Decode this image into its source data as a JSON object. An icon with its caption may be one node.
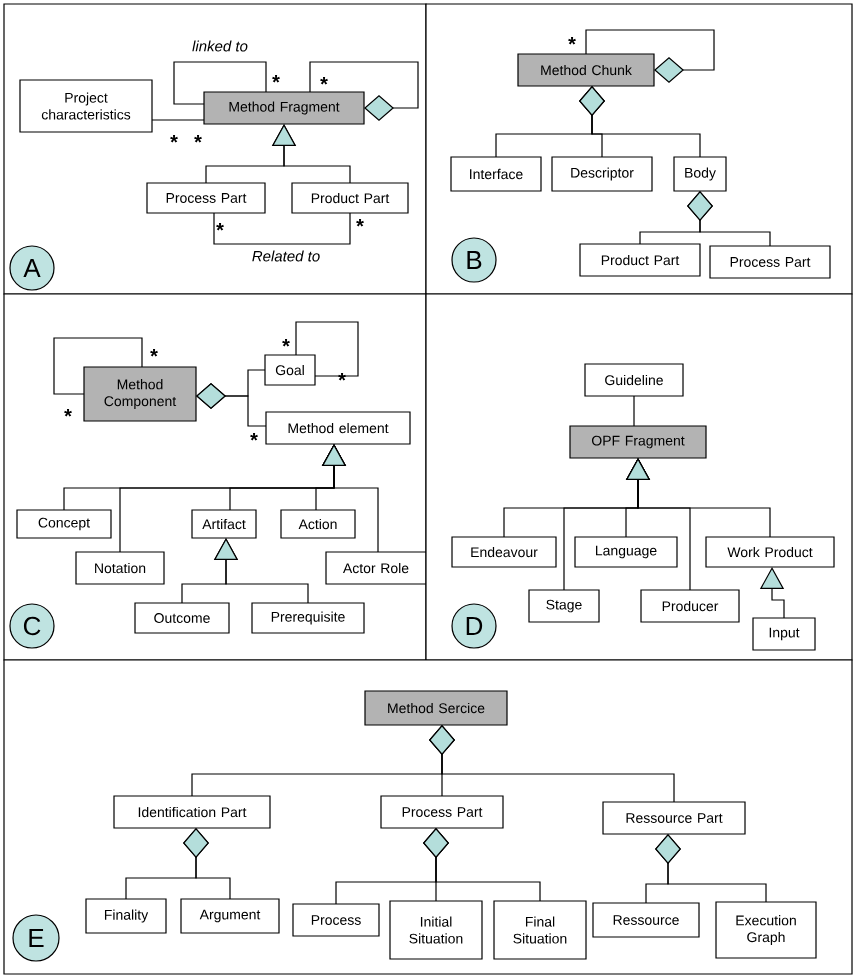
{
  "diagram": {
    "nodes": [
      {
        "text": [],
        "shape": "box"
      },
      {
        "text": [
          "Project characteristics"
        ],
        "in": 0
      },
      {
        "text": [
          "Method Fragment"
        ],
        "in": 0
      },
      {
        "text": [
          "Process Part"
        ],
        "in": 0
      },
      {
        "text": [
          "Product Part"
        ],
        "in": 0
      },
      {
        "text": [
          "A"
        ],
        "in": 0
      },
      {
        "text": [],
        "shape": "box"
      },
      {
        "text": [
          "Method Chunk"
        ],
        "in": 6
      },
      {
        "text": [
          "Interface"
        ],
        "in": 6
      },
      {
        "text": [
          "Descriptor"
        ],
        "in": 6
      },
      {
        "text": [
          "Body"
        ],
        "in": 6
      },
      {
        "text": [
          "Product Part"
        ],
        "in": 6
      },
      {
        "text": [
          "Process Part"
        ],
        "in": 6
      },
      {
        "text": [
          "B"
        ],
        "in": 6
      },
      {
        "text": [],
        "shape": "box"
      },
      {
        "text": [
          "Method Component"
        ],
        "in": 14
      },
      {
        "text": [
          "Goal"
        ],
        "in": 14
      },
      {
        "text": [
          "Method element"
        ],
        "in": 14
      },
      {
        "text": [
          "Concept"
        ],
        "in": 14
      },
      {
        "text": [
          "Artifact"
        ],
        "in": 14
      },
      {
        "text": [
          "Action"
        ],
        "in": 14
      },
      {
        "text": [
          "Notation"
        ],
        "in": 14
      },
      {
        "text": [
          "Actor Role"
        ],
        "in": 14
      },
      {
        "text": [
          "Outcome"
        ],
        "in": 14
      },
      {
        "text": [
          "Prerequisite"
        ],
        "in": 14
      },
      {
        "text": [
          "C"
        ],
        "in": 14
      },
      {
        "text": [],
        "shape": "box"
      },
      {
        "text": [
          "Guideline"
        ],
        "in": 26
      },
      {
        "text": [
          "OPF Fragment"
        ],
        "in": 26
      },
      {
        "text": [
          "Endeavour"
        ],
        "in": 26
      },
      {
        "text": [
          "Language"
        ],
        "in": 26
      },
      {
        "text": [
          "Work Product"
        ],
        "in": 26
      },
      {
        "text": [
          "Stage"
        ],
        "in": 26
      },
      {
        "text": [
          "Producer"
        ],
        "in": 26
      },
      {
        "text": [
          "Input"
        ],
        "in": 26
      },
      {
        "text": [
          "D"
        ],
        "in": 26
      },
      {
        "text": [],
        "shape": "box"
      },
      {
        "text": [
          "Method Sercice"
        ],
        "in": 36
      },
      {
        "text": [
          "Identification Part"
        ],
        "in": 36
      },
      {
        "text": [
          "Process Part"
        ],
        "in": 36
      },
      {
        "text": [
          "Ressource Part"
        ],
        "in": 36
      },
      {
        "text": [
          "Finality"
        ],
        "in": 36
      },
      {
        "text": [
          "Argument"
        ],
        "in": 36
      },
      {
        "text": [
          "Process"
        ],
        "in": 36
      },
      {
        "text": [
          "Initial Situation"
        ],
        "in": 36
      },
      {
        "text": [
          "Final Situation"
        ],
        "in": 36
      },
      {
        "text": [
          "Ressource"
        ],
        "in": 36
      },
      {
        "text": [
          "Execution Graph"
        ],
        "in": 36
      },
      {
        "text": [
          "E"
        ],
        "in": 36
      }
    ],
    "edges": [
      {
        "from": 1,
        "to": 2,
        "arrow": "none"
      },
      {
        "from": 2,
        "to": 2,
        "arrow": "none",
        "label": "linked to"
      },
      {
        "from": 2,
        "to": 2,
        "arrow": "other"
      },
      {
        "from": 3,
        "to": 2,
        "arrow": "to"
      },
      {
        "from": 4,
        "to": 2,
        "arrow": "to"
      },
      {
        "from": 3,
        "to": 4,
        "arrow": "none",
        "label": "Related to"
      },
      {
        "from": 7,
        "to": 7,
        "arrow": "other"
      },
      {
        "from": 8,
        "to": 7,
        "arrow": "other"
      },
      {
        "from": 9,
        "to": 7,
        "arrow": "other"
      },
      {
        "from": 10,
        "to": 7,
        "arrow": "other"
      },
      {
        "from": 11,
        "to": 10,
        "arrow": "other"
      },
      {
        "from": 12,
        "to": 10,
        "arrow": "other"
      },
      {
        "from": 15,
        "to": 15,
        "arrow": "none"
      },
      {
        "from": 16,
        "to": 15,
        "arrow": "other"
      },
      {
        "from": 17,
        "to": 15,
        "arrow": "other"
      },
      {
        "from": 16,
        "to": 16,
        "arrow": "none"
      },
      {
        "from": 18,
        "to": 17,
        "arrow": "to"
      },
      {
        "from": 21,
        "to": 17,
        "arrow": "to"
      },
      {
        "from": 19,
        "to": 17,
        "arrow": "to"
      },
      {
        "from": 20,
        "to": 17,
        "arrow": "to"
      },
      {
        "from": 22,
        "to": 17,
        "arrow": "to"
      },
      {
        "from": 23,
        "to": 19,
        "arrow": "to"
      },
      {
        "from": 24,
        "to": 19,
        "arrow": "to"
      },
      {
        "from": 27,
        "to": 28,
        "arrow": "none"
      },
      {
        "from": 29,
        "to": 28,
        "arrow": "to"
      },
      {
        "from": 32,
        "to": 28,
        "arrow": "to"
      },
      {
        "from": 30,
        "to": 28,
        "arrow": "to"
      },
      {
        "from": 33,
        "to": 28,
        "arrow": "to"
      },
      {
        "from": 31,
        "to": 28,
        "arrow": "to"
      },
      {
        "from": 34,
        "to": 31,
        "arrow": "to"
      },
      {
        "from": 38,
        "to": 37,
        "arrow": "other"
      },
      {
        "from": 39,
        "to": 37,
        "arrow": "other"
      },
      {
        "from": 40,
        "to": 37,
        "arrow": "other"
      },
      {
        "from": 41,
        "to": 38,
        "arrow": "other"
      },
      {
        "from": 42,
        "to": 38,
        "arrow": "other"
      },
      {
        "from": 43,
        "to": 39,
        "arrow": "other"
      },
      {
        "from": 44,
        "to": 39,
        "arrow": "other"
      },
      {
        "from": 45,
        "to": 39,
        "arrow": "other"
      },
      {
        "from": 46,
        "to": 40,
        "arrow": "other"
      },
      {
        "from": 47,
        "to": 40,
        "arrow": "other"
      }
    ],
    "labels": [
      "*",
      "*",
      "*",
      "*",
      "*",
      "*",
      "*",
      "*",
      "*",
      "*",
      "*",
      "*"
    ]
  }
}
